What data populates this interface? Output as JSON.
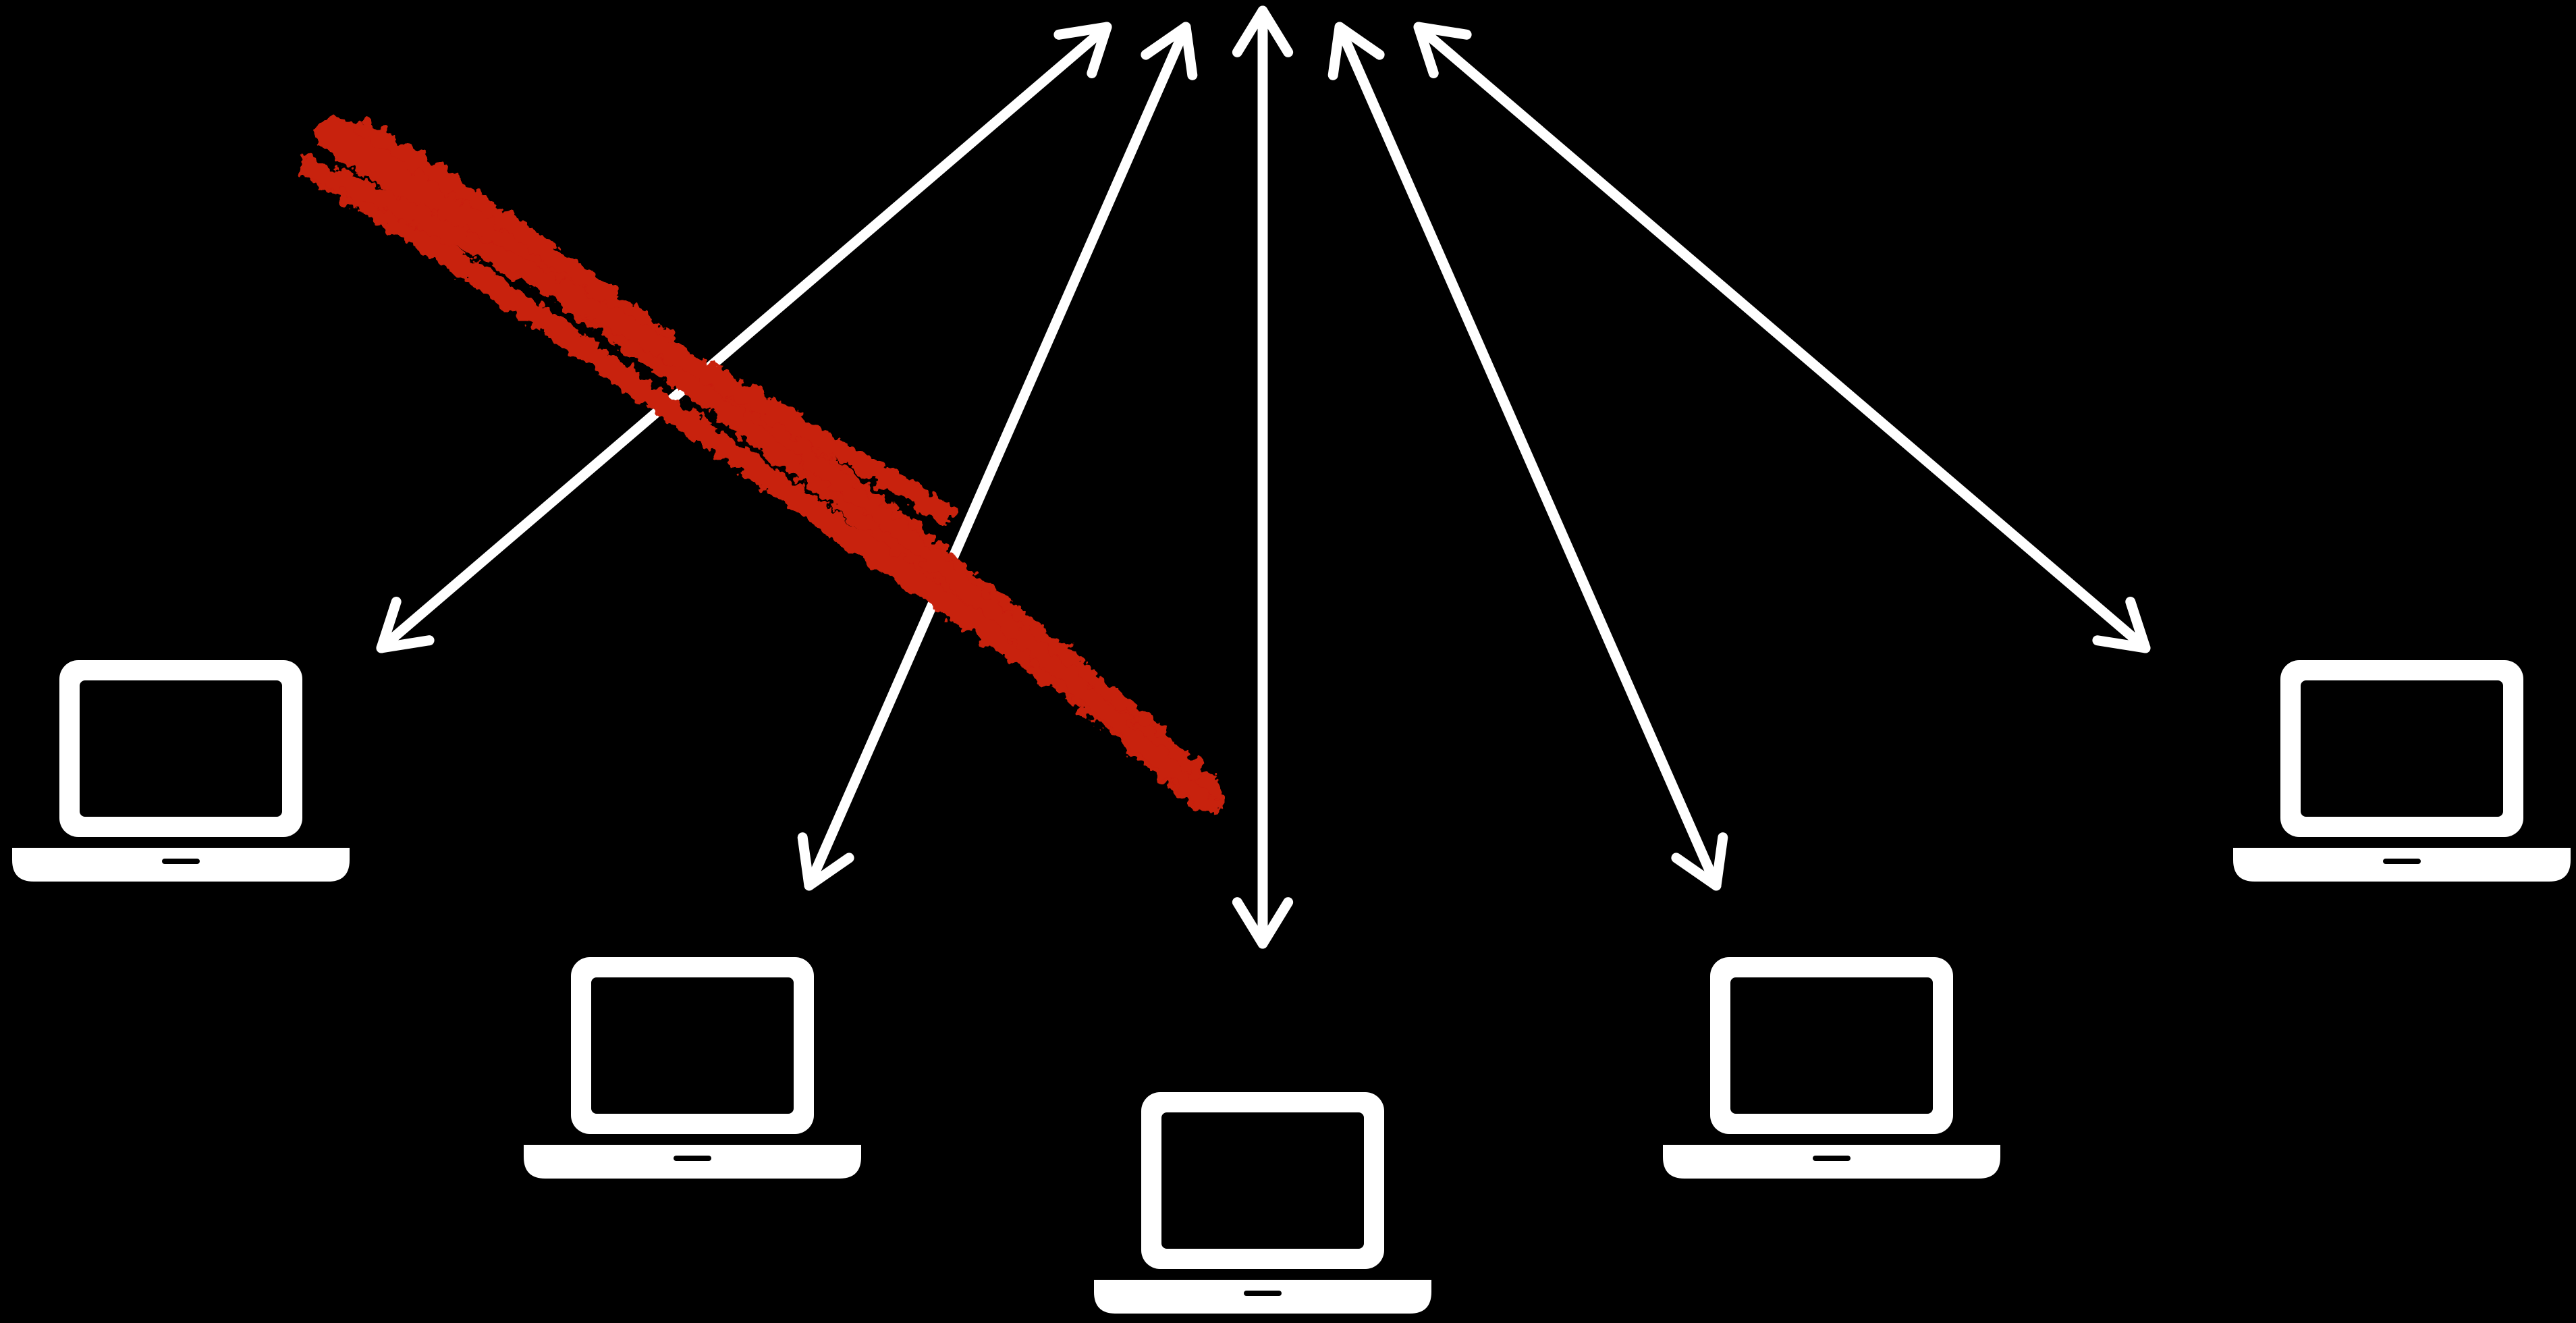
{
  "diagram": {
    "background_color": "#000000",
    "arrow_color": "#ffffff",
    "strike_color": "#c8200b",
    "laptop_color": "#ffffff",
    "laptops": [
      {
        "id": "left",
        "icon": "laptop-icon"
      },
      {
        "id": "left-lower",
        "icon": "laptop-icon"
      },
      {
        "id": "center",
        "icon": "laptop-icon"
      },
      {
        "id": "right-lower",
        "icon": "laptop-icon"
      },
      {
        "id": "right",
        "icon": "laptop-icon"
      }
    ],
    "connections": [
      {
        "to": "left",
        "style": "double-arrow",
        "crossed_out": true
      },
      {
        "to": "left-lower",
        "style": "double-arrow",
        "crossed_out": false
      },
      {
        "to": "center",
        "style": "double-arrow",
        "crossed_out": false
      },
      {
        "to": "right-lower",
        "style": "double-arrow",
        "crossed_out": false
      },
      {
        "to": "right",
        "style": "double-arrow",
        "crossed_out": false
      }
    ],
    "strike_mark": {
      "icon": "red-strike-mark"
    }
  }
}
